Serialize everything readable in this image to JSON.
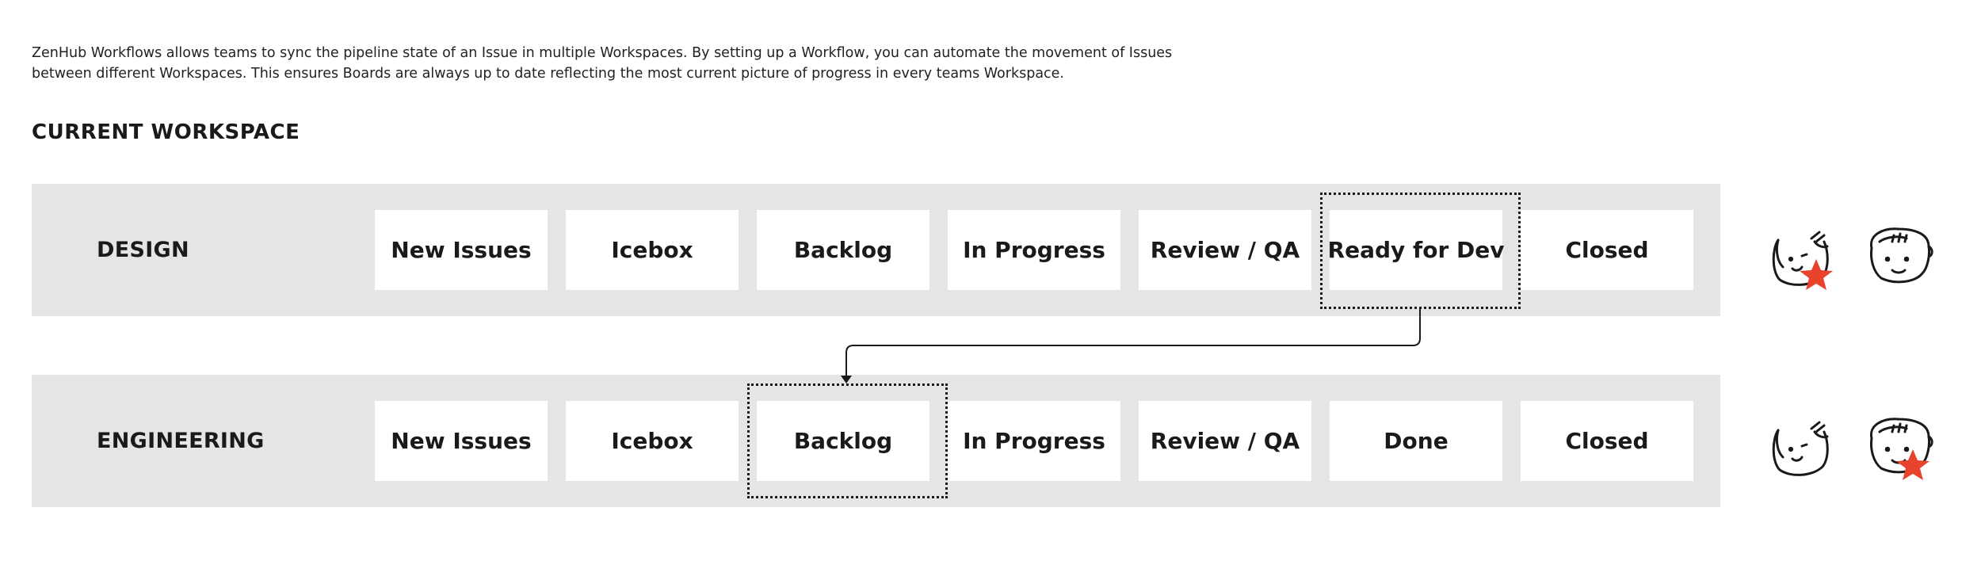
{
  "intro": {
    "line1": "ZenHub Workflows allows teams to sync the pipeline state of an Issue in multiple Workspaces. By setting up a Workflow, you can automate the movement of Issues",
    "line2": "between different Workspaces. This ensures Boards are always up to date reflecting the most current picture of progress in every teams Workspace."
  },
  "section_title": "CURRENT WORKSPACE",
  "workspaces": [
    {
      "name": "DESIGN",
      "columns": [
        "New Issues",
        "Icebox",
        "Backlog",
        "In Progress",
        "Review / QA",
        "Ready for Dev",
        "Closed"
      ],
      "highlighted_column": "Ready for Dev",
      "avatars": [
        {
          "icon": "person-with-long-hair-icon",
          "starred": true
        },
        {
          "icon": "person-with-short-hair-icon",
          "starred": false
        }
      ]
    },
    {
      "name": "ENGINEERING",
      "columns": [
        "New Issues",
        "Icebox",
        "Backlog",
        "In Progress",
        "Review / QA",
        "Done",
        "Closed"
      ],
      "highlighted_column": "Backlog",
      "avatars": [
        {
          "icon": "person-with-long-hair-icon",
          "starred": false
        },
        {
          "icon": "person-with-short-hair-icon",
          "starred": true
        }
      ]
    }
  ],
  "colors": {
    "band": "#e5e5e5",
    "column": "#ffffff",
    "star": "#e8432d",
    "line": "#1a1a1a"
  }
}
